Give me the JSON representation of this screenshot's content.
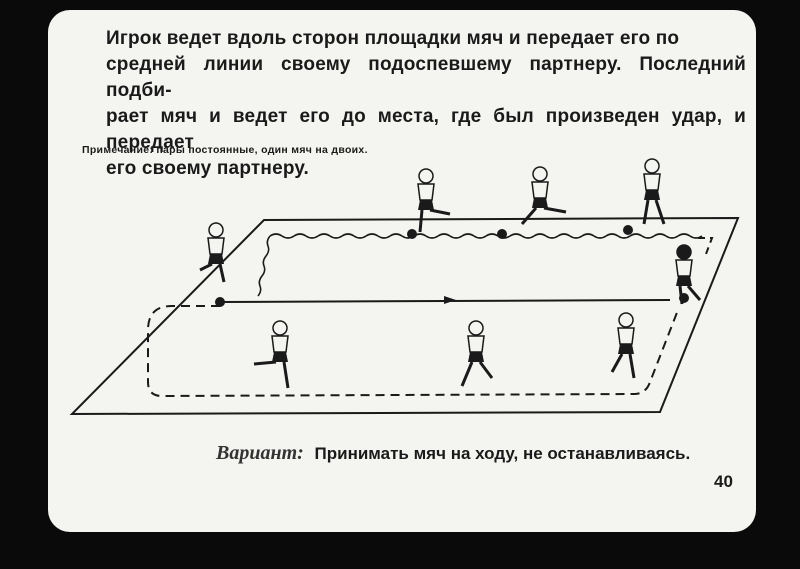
{
  "text": {
    "lines": [
      "Игрок ведет вдоль сторон площадки мяч и передает его по",
      "средней линии своему подоспевшему партнеру. Последний подби-",
      "рает мяч и ведет его до места, где был произведен удар, и передает",
      "его своему партнеру."
    ],
    "note": "Примечание: пары постоянные, один мяч на двоих."
  },
  "caption": {
    "variant_label": "Вариант:",
    "variant_text": "Принимать мяч на ходу, не останавливаясь."
  },
  "page_number": "40",
  "colors": {
    "background": "#0a0a0a",
    "paper": "#f4f4f1",
    "ink": "#1a1a1a"
  }
}
